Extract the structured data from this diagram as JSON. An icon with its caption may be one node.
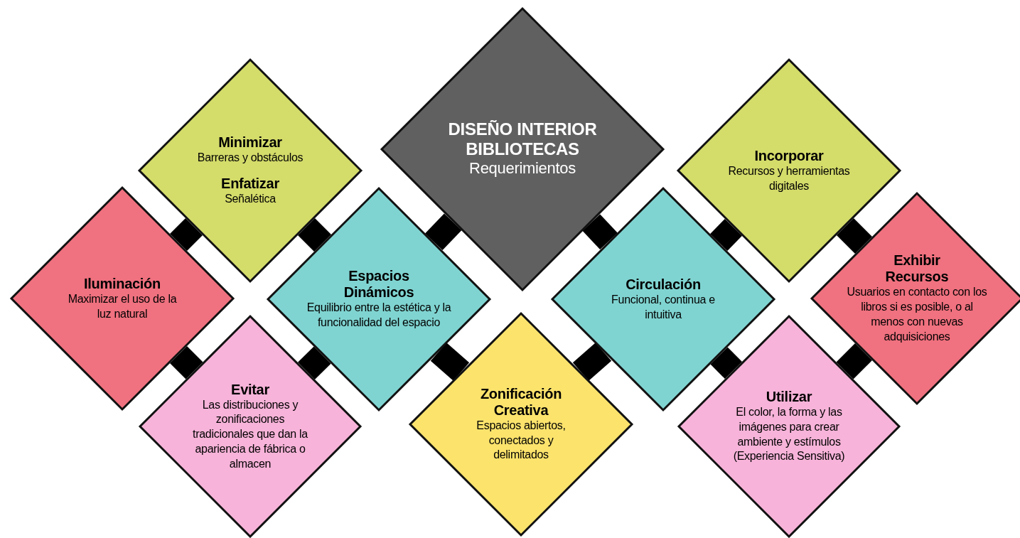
{
  "diagram": {
    "nodes": [
      {
        "text": [
          "DISEÑO INTERIOR BIBLIOTECAS",
          "Requerimientos"
        ]
      },
      {
        "text": [
          "Minimizar",
          "Barreras y obstáculos",
          "Enfatizar",
          "Señalética"
        ]
      },
      {
        "text": [
          "Iluminación",
          "Maximizar el uso de la luz natural"
        ]
      },
      {
        "text": [
          "Espacios Dinámicos",
          "Equilibrio entre la estética y la funcionalidad del espacio"
        ]
      },
      {
        "text": [
          "Evitar",
          "Las distribuciones y zonificaciones tradicionales que dan la apariencia de fábrica o almacen"
        ]
      },
      {
        "text": [
          "Zonificación Creativa",
          "Espacios abiertos, conectados y delimitados"
        ]
      },
      {
        "text": [
          "Circulación",
          "Funcional, continua e intuitiva"
        ]
      },
      {
        "text": [
          "Incorporar",
          "Recursos y herramientas digitales"
        ]
      },
      {
        "text": [
          "Exhibir Recursos",
          "Usuarios en contacto con los libros si es posible, o al menos con nuevas adquisiciones"
        ]
      },
      {
        "text": [
          "Utilizar",
          "El color, la forma y las imágenes para crear ambiente y estímulos (Experiencia Sensitiva)"
        ]
      }
    ],
    "edges": [
      {
        "from": 1,
        "to": 2,
        "arrow": "none"
      },
      {
        "from": 1,
        "to": 3,
        "arrow": "none"
      },
      {
        "from": 2,
        "to": 4,
        "arrow": "none"
      },
      {
        "from": 3,
        "to": 4,
        "arrow": "none"
      },
      {
        "from": 0,
        "to": 3,
        "arrow": "none"
      },
      {
        "from": 3,
        "to": 5,
        "arrow": "none"
      },
      {
        "from": 0,
        "to": 6,
        "arrow": "none"
      },
      {
        "from": 5,
        "to": 6,
        "arrow": "none"
      },
      {
        "from": 6,
        "to": 7,
        "arrow": "none"
      },
      {
        "from": 7,
        "to": 8,
        "arrow": "none"
      },
      {
        "from": 6,
        "to": 9,
        "arrow": "none"
      },
      {
        "from": 8,
        "to": 9,
        "arrow": "none"
      }
    ]
  }
}
